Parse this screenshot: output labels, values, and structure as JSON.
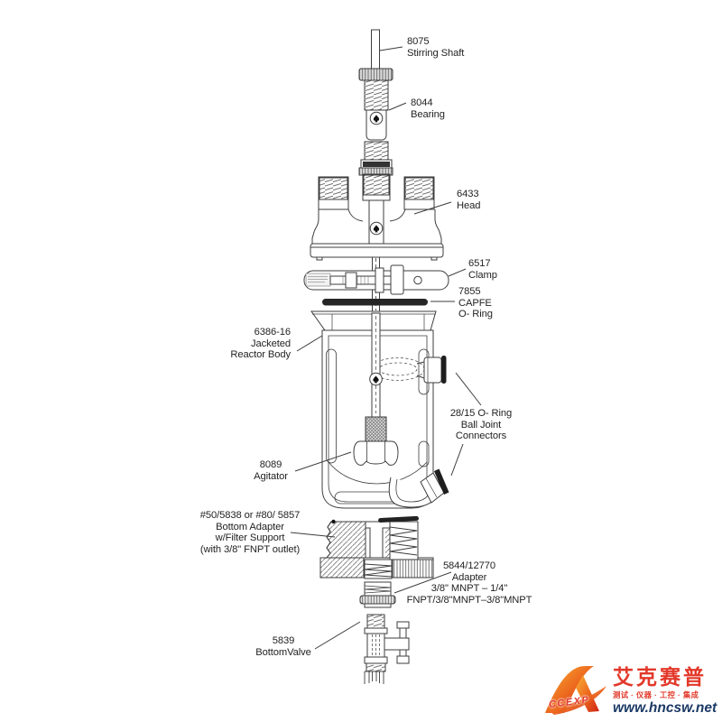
{
  "diagram": {
    "labels": {
      "stirring_shaft": "8075\nStirring Shaft",
      "bearing": "8044\nBearing",
      "head": "6433\nHead",
      "clamp": "6517\nClamp",
      "capfe_oring": "7855\nCAPFE\nO- Ring",
      "reactor_body": "6386-16\nJacketed\nReactor Body",
      "ball_joint_connectors": "28/15 O- Ring\nBall Joint\nConnectors",
      "agitator": "8089\nAgitator",
      "bottom_adapter": "#50/5838 or #80/ 5857\nBottom Adapter\nw/Filter Support\n(with 3/8\" FNPT outlet)",
      "adapter": "5844/12770\nAdapter\n3/8\" MNPT – 1/4\"\nFNPT/3/8\"MNPT–3/8\"MNPT",
      "bottom_valve": "5839\nBottomValve"
    },
    "line_color": "#3d3d3d"
  },
  "watermark": {
    "mark_text": "CCEXP",
    "brand_cn": "艾克赛普",
    "tagline": "测试 · 仪器 · 工控 · 集成",
    "url": "www.hncsw.net",
    "brand_color": "#e2382a",
    "url_color": "#1c3a66"
  }
}
